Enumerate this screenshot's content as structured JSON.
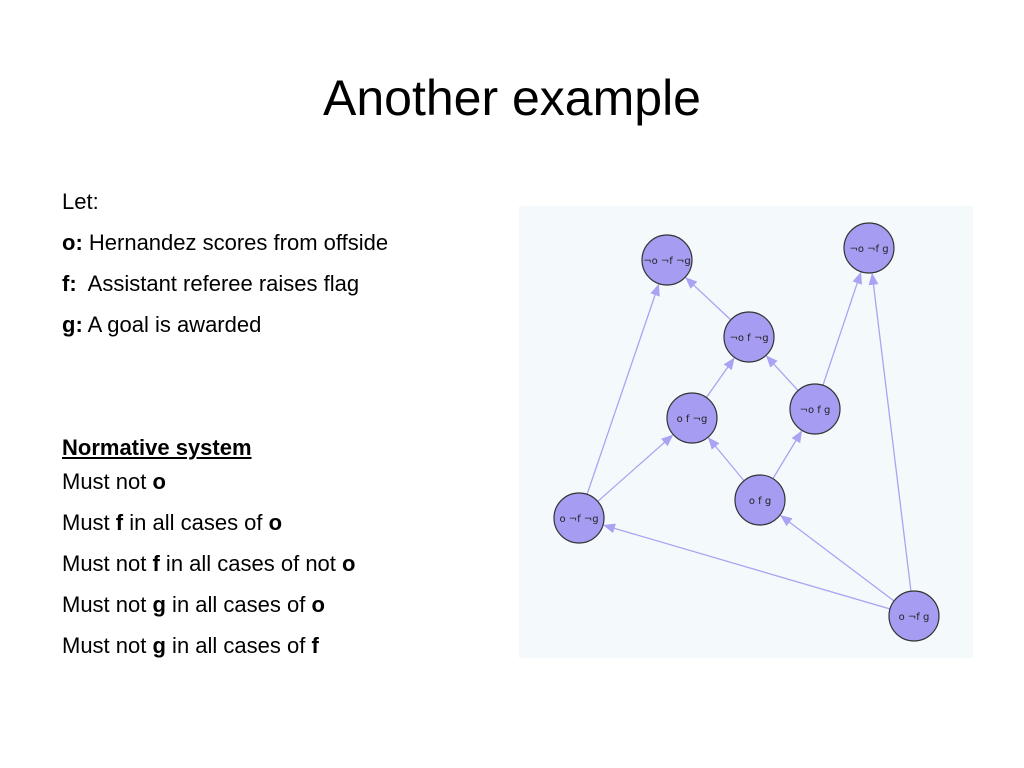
{
  "title": "Another example",
  "let_label": "Let:",
  "definitions": [
    {
      "var": "o:",
      "text": " Hernandez scores from offside"
    },
    {
      "var": "f:",
      "text": "  Assistant referee raises flag"
    },
    {
      "var": "g:",
      "text": " A goal is awarded"
    }
  ],
  "normative": {
    "heading": "Normative system",
    "rules": [
      [
        {
          "t": "Must not ",
          "b": false
        },
        {
          "t": "o",
          "b": true
        }
      ],
      [
        {
          "t": "Must ",
          "b": false
        },
        {
          "t": "f",
          "b": true
        },
        {
          "t": " in all cases of ",
          "b": false
        },
        {
          "t": "o",
          "b": true
        }
      ],
      [
        {
          "t": "Must not ",
          "b": false
        },
        {
          "t": "f",
          "b": true
        },
        {
          "t": " in all cases of not ",
          "b": false
        },
        {
          "t": "o",
          "b": true
        }
      ],
      [
        {
          "t": "Must not ",
          "b": false
        },
        {
          "t": "g",
          "b": true
        },
        {
          "t": " in all cases of ",
          "b": false
        },
        {
          "t": "o",
          "b": true
        }
      ],
      [
        {
          "t": "Must not ",
          "b": false
        },
        {
          "t": "g",
          "b": true
        },
        {
          "t": " in all cases of ",
          "b": false
        },
        {
          "t": "f",
          "b": true
        }
      ]
    ]
  },
  "graph": {
    "colors": {
      "node_fill": "#a69cf2",
      "edge": "#aaa3f3",
      "panel": "#f4fafc"
    },
    "nodes": [
      {
        "id": "n1",
        "label": "¬o ¬f ¬g"
      },
      {
        "id": "n2",
        "label": "¬o ¬f  g"
      },
      {
        "id": "n3",
        "label": "¬o  f ¬g"
      },
      {
        "id": "n4",
        "label": "o  f ¬g"
      },
      {
        "id": "n5",
        "label": "¬o  f  g"
      },
      {
        "id": "n6",
        "label": "o  f  g"
      },
      {
        "id": "n7",
        "label": "o ¬f ¬g"
      },
      {
        "id": "n8",
        "label": "o ¬f  g"
      }
    ],
    "edges": [
      {
        "from": "n3",
        "to": "n1"
      },
      {
        "from": "n4",
        "to": "n3"
      },
      {
        "from": "n5",
        "to": "n3"
      },
      {
        "from": "n6",
        "to": "n4"
      },
      {
        "from": "n6",
        "to": "n5"
      },
      {
        "from": "n7",
        "to": "n4"
      },
      {
        "from": "n7",
        "to": "n1"
      },
      {
        "from": "n5",
        "to": "n2"
      },
      {
        "from": "n8",
        "to": "n7"
      },
      {
        "from": "n8",
        "to": "n6"
      },
      {
        "from": "n8",
        "to": "n2"
      }
    ]
  }
}
